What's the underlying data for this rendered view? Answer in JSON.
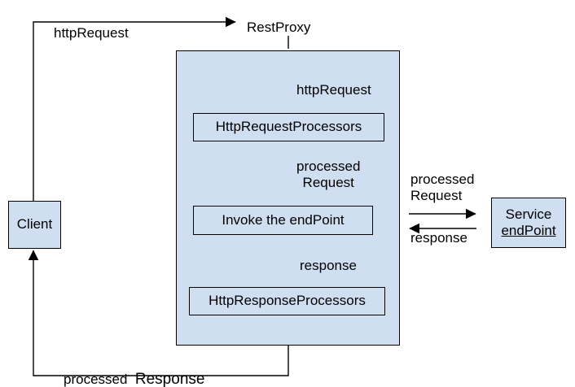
{
  "diagram": {
    "title": "RestProxy request/response flow",
    "colors": {
      "node_fill": "#cfdff1",
      "stroke": "#000000",
      "background": "#ffffff"
    },
    "nodes": {
      "client": "Client",
      "rest_proxy_label": "RestProxy",
      "http_request_processors": "HttpRequestProcessors",
      "invoke_endpoint": "Invoke the endPoint",
      "http_response_processors": "HttpResponseProcessors",
      "service_endpoint_line1": "Service",
      "service_endpoint_line2": "endPoint"
    },
    "edge_labels": {
      "http_request_top": "httpRequest",
      "http_request_inner": "httpRequest",
      "processed_request_inner": "processed\nRequest",
      "response_inner": "response",
      "processed_request_outer": "processed\nRequest",
      "response_outer": "response",
      "processed_response_word1": "processed",
      "processed_response_word2": "Response"
    }
  }
}
